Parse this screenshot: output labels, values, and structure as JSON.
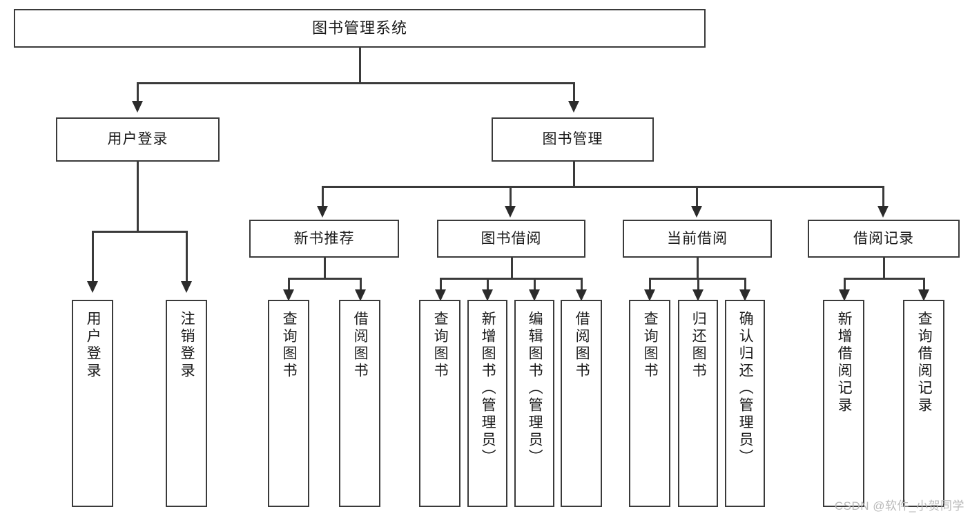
{
  "diagram": {
    "title": "图书管理系统",
    "type": "tree-hierarchy-diagram",
    "root": {
      "label": "图书管理系统"
    },
    "level2": [
      {
        "label": "用户登录"
      },
      {
        "label": "图书管理"
      }
    ],
    "level3": [
      {
        "label": "新书推荐"
      },
      {
        "label": "图书借阅"
      },
      {
        "label": "当前借阅"
      },
      {
        "label": "借阅记录"
      }
    ],
    "leaves": {
      "user_login": [
        {
          "label": "用户登录"
        },
        {
          "label": "注销登录"
        }
      ],
      "new_book_recommend": [
        {
          "label": "查询图书"
        },
        {
          "label": "借阅图书"
        }
      ],
      "book_borrow": [
        {
          "label": "查询图书"
        },
        {
          "label": "新增图书（管理员）"
        },
        {
          "label": "编辑图书（管理员）"
        },
        {
          "label": "借阅图书"
        }
      ],
      "current_borrow": [
        {
          "label": "查询图书"
        },
        {
          "label": "归还图书"
        },
        {
          "label": "确认归还（管理员）"
        }
      ],
      "borrow_record": [
        {
          "label": "新增借阅记录"
        },
        {
          "label": "查询借阅记录"
        }
      ]
    }
  },
  "watermark": {
    "text": "CSDN @软件_小贺同学"
  },
  "colors": {
    "box_border": "#3a3a3a",
    "line": "#3a3a3a",
    "text": "#1a1a1a",
    "background": "#ffffff",
    "watermark": "#b9b9b9"
  }
}
